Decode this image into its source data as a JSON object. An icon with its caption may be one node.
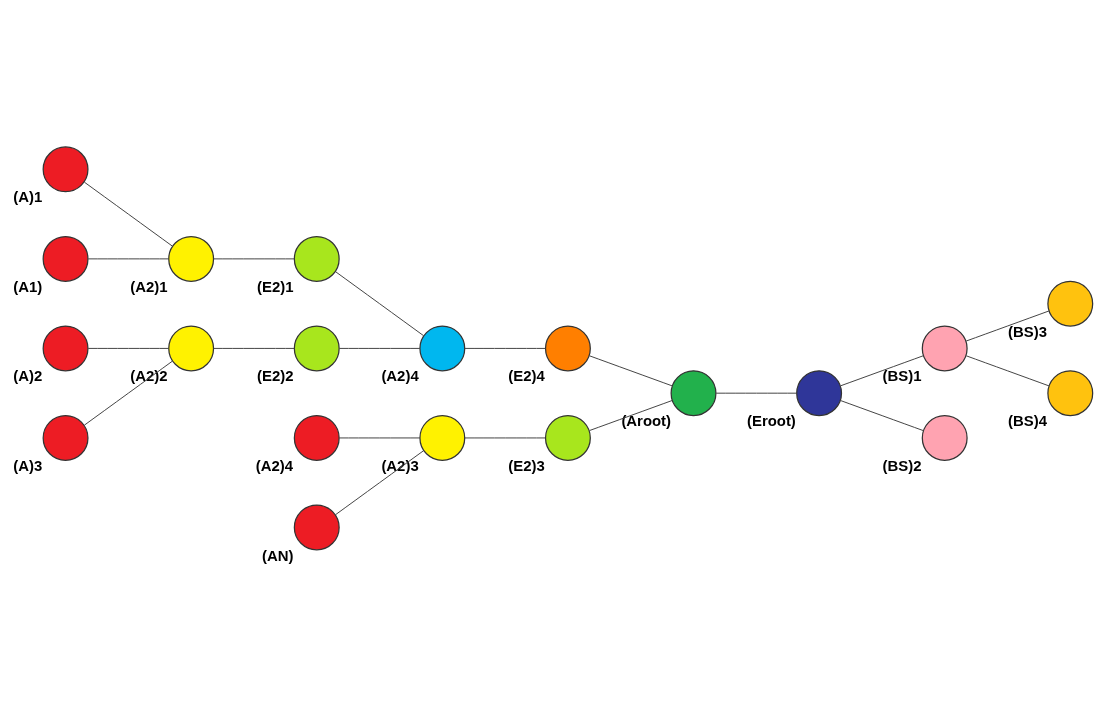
{
  "diagram": {
    "nodes": [
      {
        "text": [],
        "shape": "circle",
        "beside": [
          "(A)1"
        ]
      },
      {
        "text": [],
        "shape": "circle",
        "beside": [
          "(A1)"
        ]
      },
      {
        "text": [],
        "shape": "circle",
        "beside": [
          "(A)2"
        ]
      },
      {
        "text": [],
        "shape": "circle",
        "beside": [
          "(A)3"
        ]
      },
      {
        "text": [],
        "shape": "circle",
        "beside": [
          "(A2)4"
        ]
      },
      {
        "text": [],
        "shape": "circle",
        "beside": [
          "(AN)"
        ]
      },
      {
        "text": [],
        "shape": "circle",
        "beside": [
          "(A2)1"
        ]
      },
      {
        "text": [],
        "shape": "circle",
        "beside": [
          "(A2)2"
        ]
      },
      {
        "text": [],
        "shape": "circle",
        "beside": [
          "(A2)3"
        ]
      },
      {
        "text": [],
        "shape": "circle",
        "beside": [
          "(E2)1"
        ]
      },
      {
        "text": [],
        "shape": "circle",
        "beside": [
          "(E2)2"
        ]
      },
      {
        "text": [],
        "shape": "circle",
        "beside": [
          "(E2)3"
        ]
      },
      {
        "text": [],
        "shape": "circle",
        "beside": [
          "(A2)4"
        ]
      },
      {
        "text": [],
        "shape": "circle",
        "beside": [
          "(E2)4"
        ]
      },
      {
        "text": [],
        "shape": "circle",
        "beside": [
          "(Aroot)"
        ]
      },
      {
        "text": [],
        "shape": "circle",
        "beside": [
          "(Eroot)"
        ]
      },
      {
        "text": [],
        "shape": "circle",
        "beside": [
          "(BS)1"
        ]
      },
      {
        "text": [],
        "shape": "circle",
        "beside": [
          "(BS)2"
        ]
      },
      {
        "text": [],
        "shape": "circle",
        "beside": [
          "(BS)3"
        ]
      },
      {
        "text": [],
        "shape": "circle",
        "beside": [
          "(BS)4"
        ]
      }
    ],
    "edges": [
      {
        "from": 0,
        "to": 6,
        "arrow": "none"
      },
      {
        "from": 1,
        "to": 6,
        "arrow": "none"
      },
      {
        "from": 2,
        "to": 7,
        "arrow": "none"
      },
      {
        "from": 3,
        "to": 7,
        "arrow": "none"
      },
      {
        "from": 4,
        "to": 8,
        "arrow": "none"
      },
      {
        "from": 5,
        "to": 8,
        "arrow": "none"
      },
      {
        "from": 6,
        "to": 9,
        "arrow": "none"
      },
      {
        "from": 7,
        "to": 10,
        "arrow": "none"
      },
      {
        "from": 8,
        "to": 11,
        "arrow": "none"
      },
      {
        "from": 9,
        "to": 12,
        "arrow": "none"
      },
      {
        "from": 10,
        "to": 12,
        "arrow": "none"
      },
      {
        "from": 12,
        "to": 13,
        "arrow": "none"
      },
      {
        "from": 13,
        "to": 14,
        "arrow": "none"
      },
      {
        "from": 11,
        "to": 14,
        "arrow": "none"
      },
      {
        "from": 14,
        "to": 15,
        "arrow": "none"
      },
      {
        "from": 15,
        "to": 16,
        "arrow": "none"
      },
      {
        "from": 15,
        "to": 17,
        "arrow": "none"
      },
      {
        "from": 16,
        "to": 18,
        "arrow": "none"
      },
      {
        "from": 16,
        "to": 19,
        "arrow": "none"
      }
    ]
  }
}
